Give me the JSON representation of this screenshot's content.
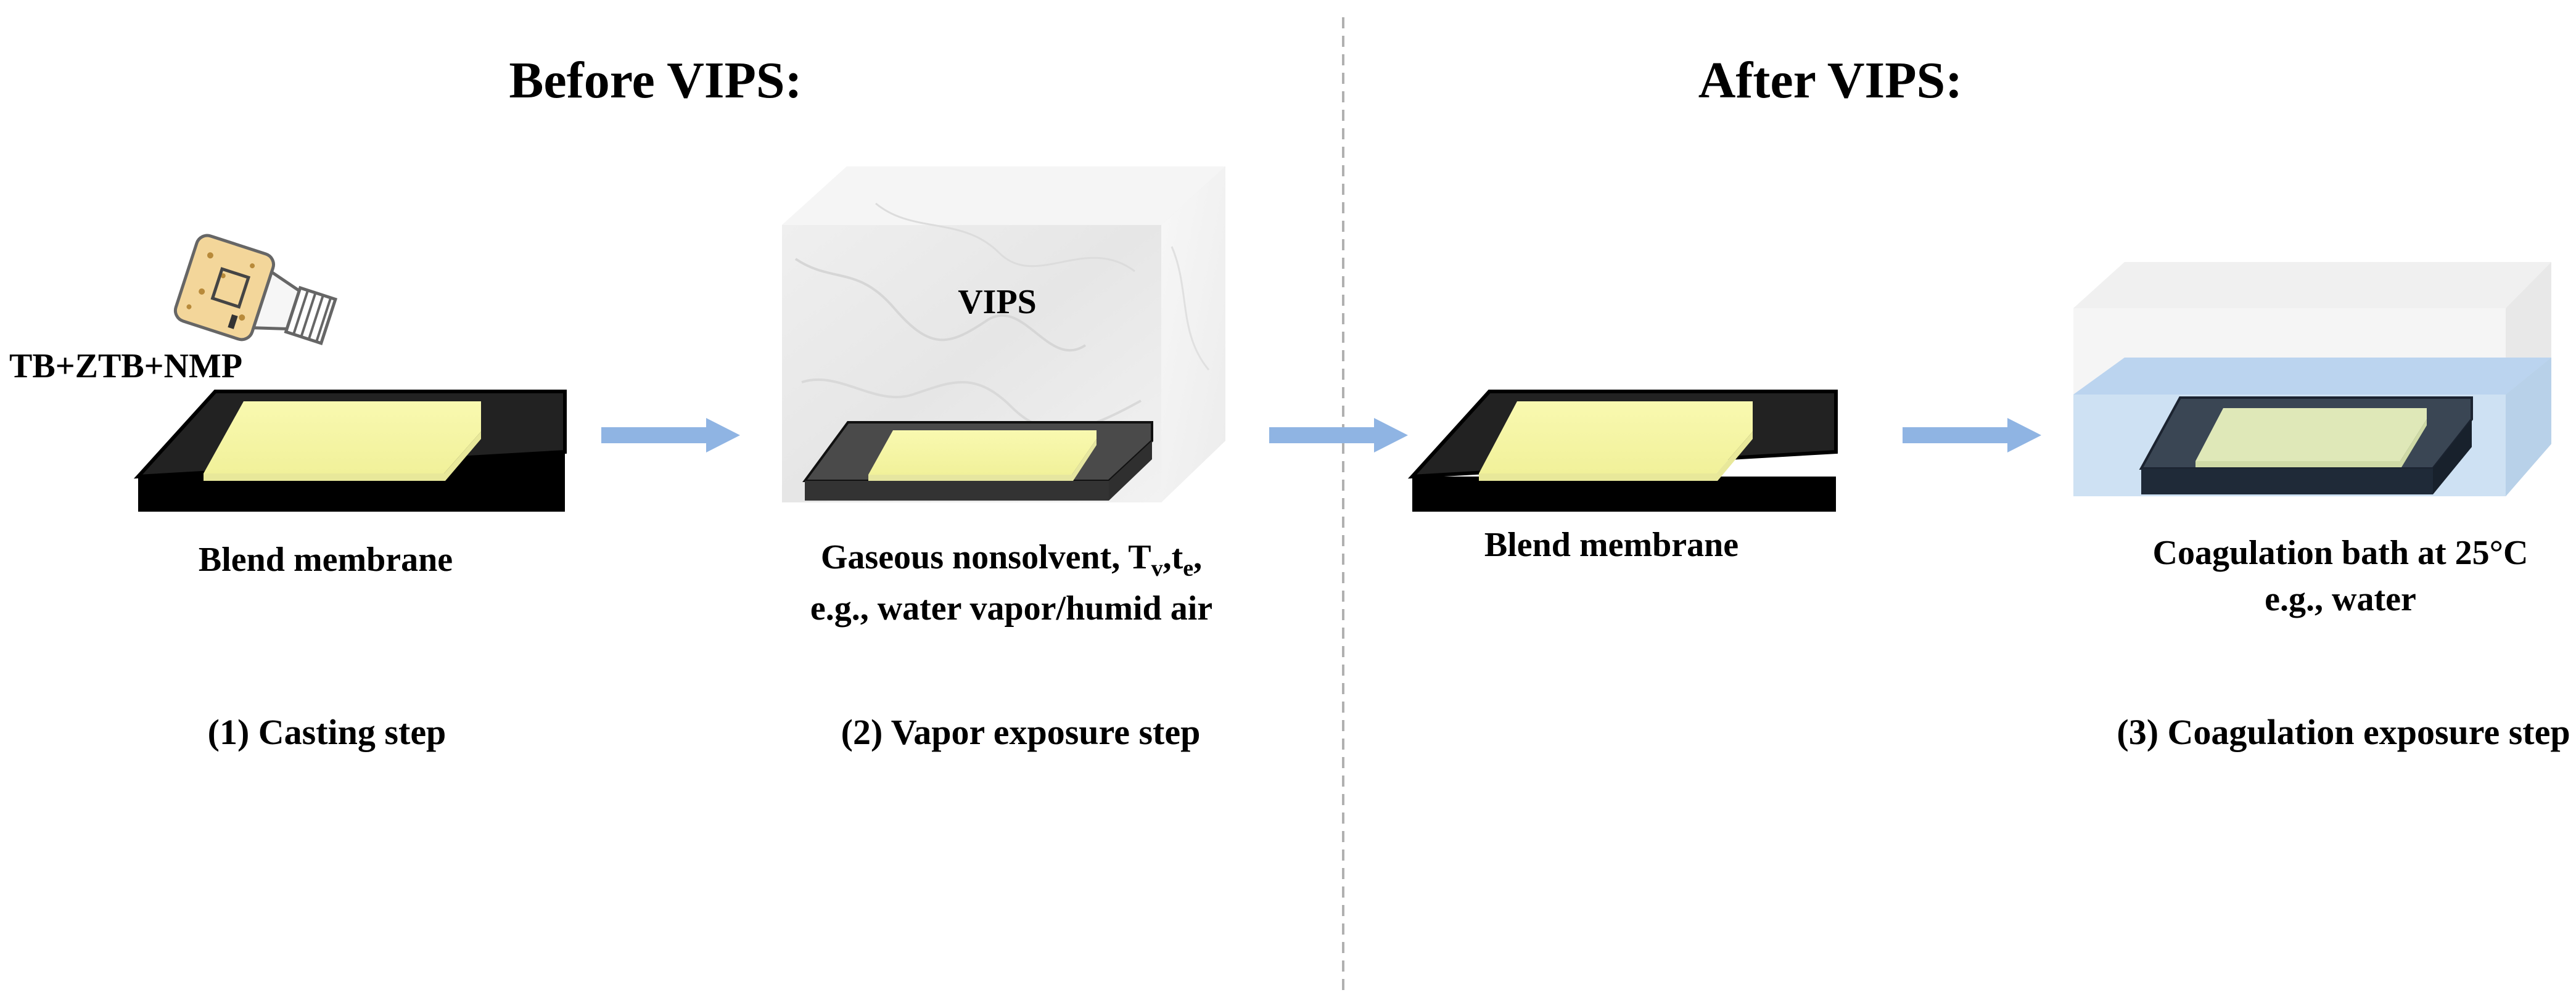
{
  "headings": {
    "before": "Before VIPS:",
    "after": "After VIPS:"
  },
  "casting": {
    "solution_label": "TB+ZTB+NMP",
    "membrane_label": "Blend membrane",
    "step_label": "(1) Casting step"
  },
  "vapor": {
    "chamber_label": "VIPS",
    "condition_prefix": "Gaseous nonsolvent, T",
    "condition_sub_v": "v",
    "condition_comma": ",t",
    "condition_sub_e": "e",
    "condition_suffix": ",",
    "example_line": "e.g., water vapor/humid air",
    "step_label": "(2) Vapor exposure step"
  },
  "after_membrane": {
    "membrane_label": "Blend membrane"
  },
  "coagulation": {
    "bath_line1": "Coagulation bath at 25°C",
    "bath_line2": "e.g., water",
    "step_label": "(3) Coagulation exposure step"
  },
  "colors": {
    "arrow": "#8fb4e3",
    "divider": "#b0b0b0",
    "membrane_film": "#f7f7a6",
    "plate": "#111111",
    "water": "#c7ddf2"
  },
  "icons": {
    "bottle": "solution-bottle-icon",
    "arrow": "arrow-right-icon"
  }
}
